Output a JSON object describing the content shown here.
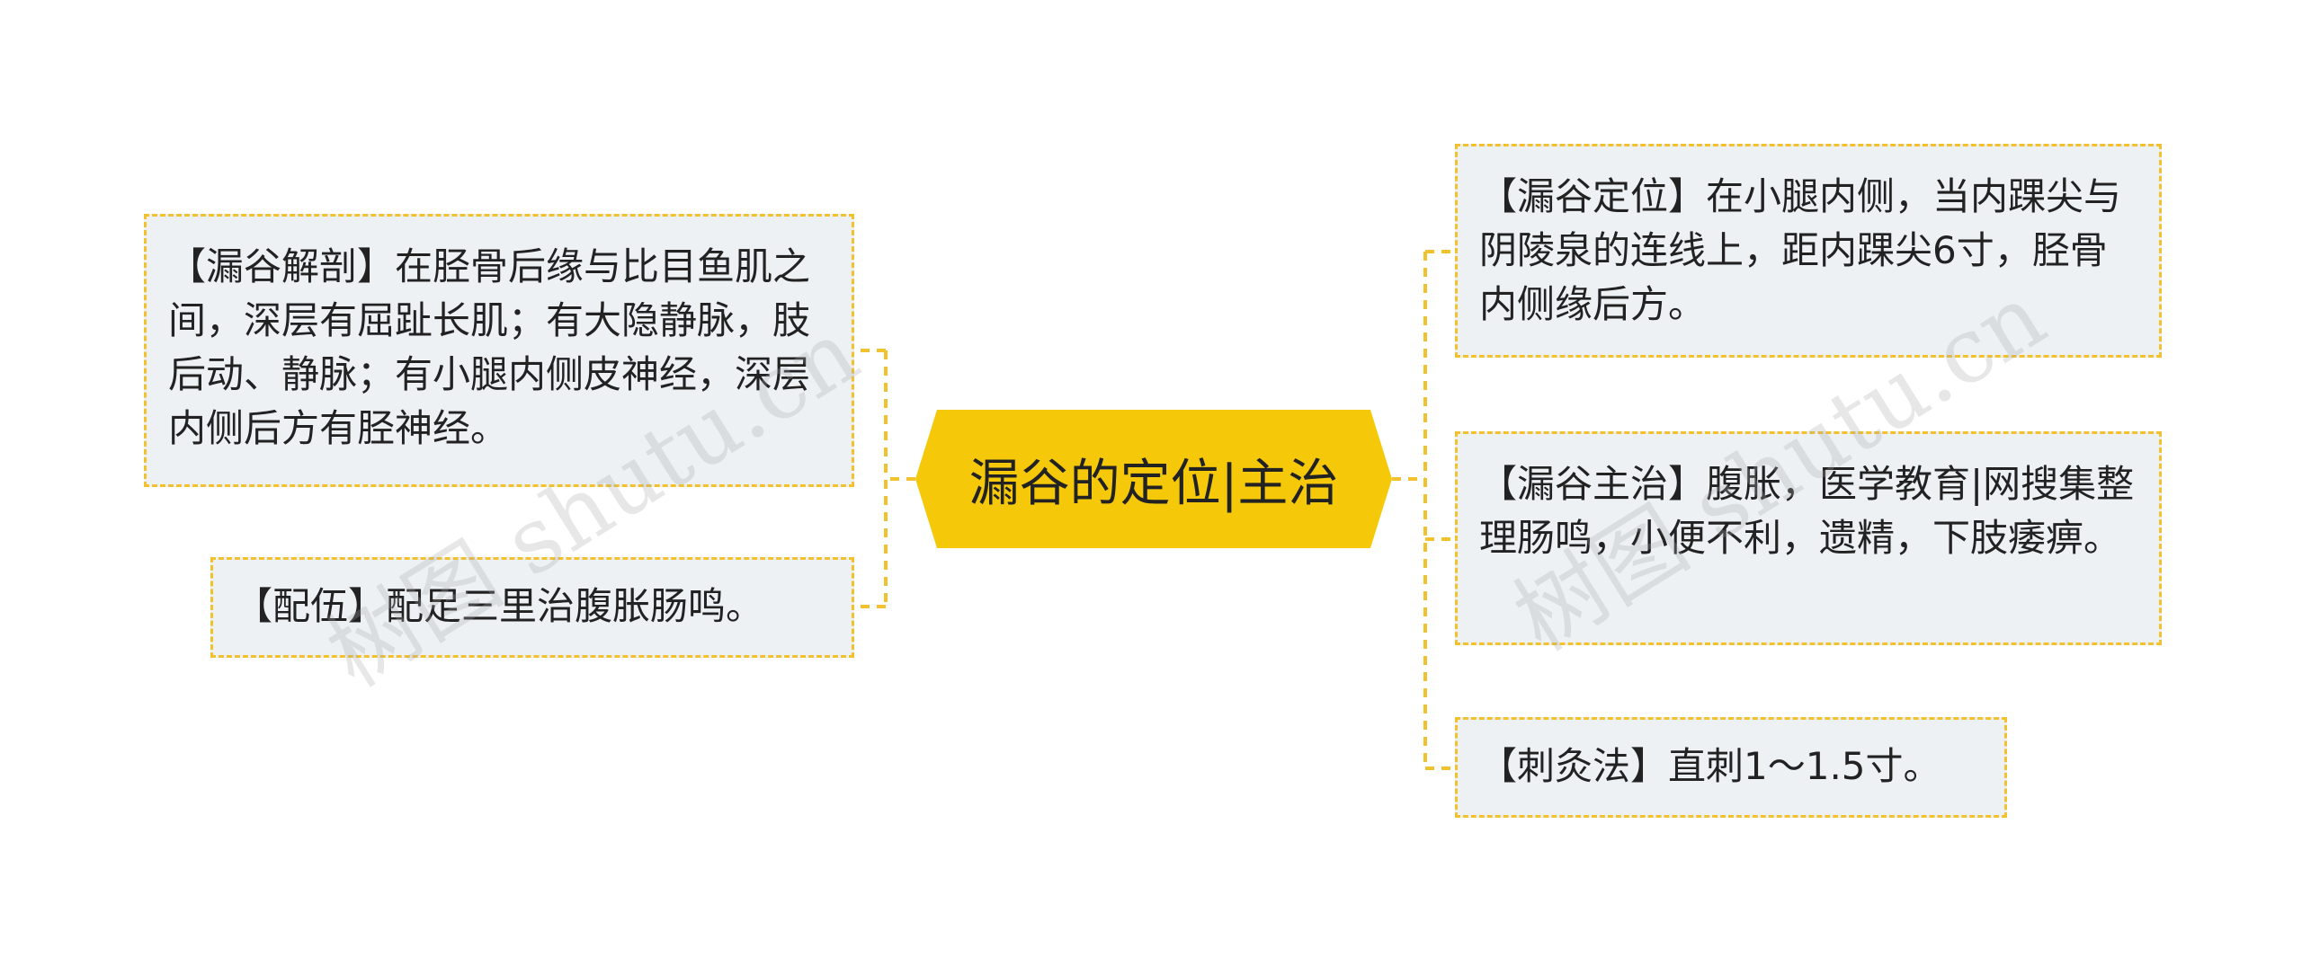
{
  "center": {
    "label": "漏谷的定位|主治"
  },
  "left_nodes": [
    {
      "text": "【漏谷解剖】在胫骨后缘与比目鱼肌之间，深层有屈趾长肌；有大隐静脉，肢后动、静脉；有小腿内侧皮神经，深层内侧后方有胫神经。"
    },
    {
      "text": "【配伍】配足三里治腹胀肠鸣。"
    }
  ],
  "right_nodes": [
    {
      "text": "【漏谷定位】在小腿内侧，当内踝尖与阴陵泉的连线上，距内踝尖6寸，胫骨内侧缘后方。"
    },
    {
      "text": "【漏谷主治】腹胀，医学教育|网搜集整理肠鸣，小便不利，遗精，下肢痿痹。"
    },
    {
      "text": "【刺灸法】直刺1～1.5寸。"
    }
  ],
  "watermark": {
    "text": "树图 shutu.cn"
  },
  "colors": {
    "accent": "#f2c12e",
    "center_fill": "#f5c90a",
    "node_fill": "#eef1f4",
    "text": "#222222"
  }
}
